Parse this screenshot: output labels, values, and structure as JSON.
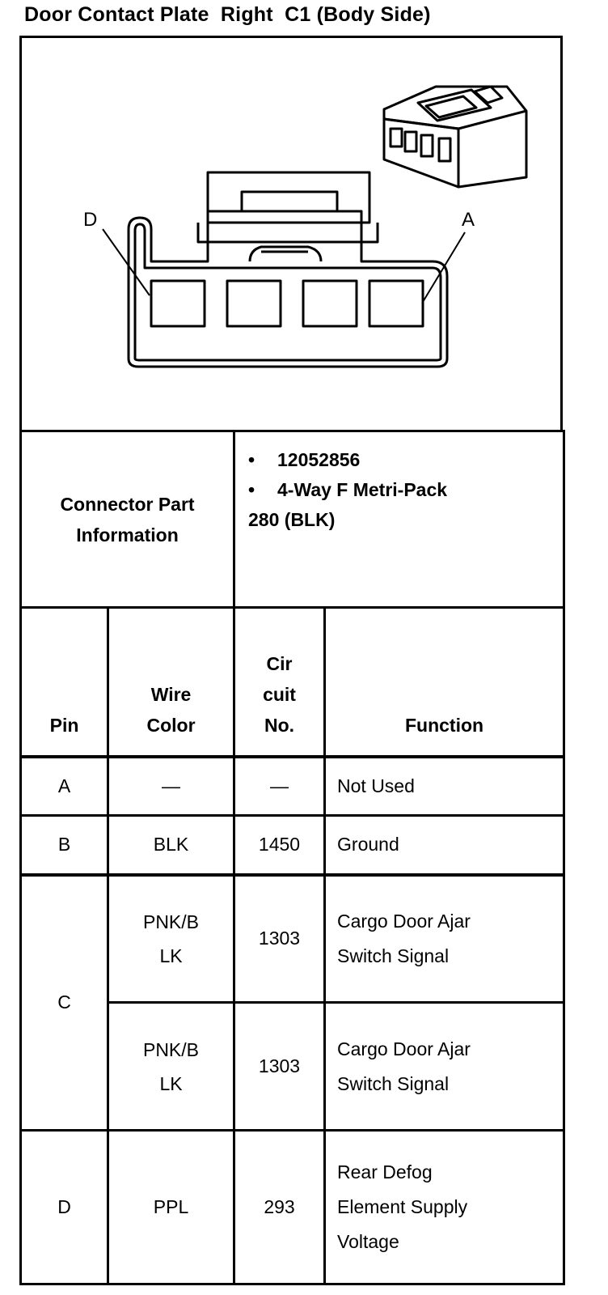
{
  "title": "Door Contact Plate  Right  C1 (Body Side)",
  "diagram": {
    "pin_label_left": "D",
    "pin_label_right": "A"
  },
  "connector_info": {
    "label_line1": "Connector Part",
    "label_line2": "Information",
    "bullet": "•",
    "part_number": "12052856",
    "description_line1": "4-Way F Metri-Pack",
    "description_line2": "280 (BLK)"
  },
  "columns": {
    "pin": "Pin",
    "wire_color_line1": "Wire",
    "wire_color_line2": "Color",
    "circuit_line1": "Cir",
    "circuit_line2": "cuit",
    "circuit_line3": "No.",
    "function": "Function"
  },
  "rows": [
    {
      "pin": "A",
      "wire": "—",
      "circuit": "—",
      "function": "Not Used"
    },
    {
      "pin": "B",
      "wire": "BLK",
      "circuit": "1450",
      "function": "Ground"
    },
    {
      "pin": "C",
      "wire_line1": "PNK/B",
      "wire_line2": "LK",
      "circuit": "1303",
      "function_line1": "Cargo Door Ajar",
      "function_line2": "Switch Signal"
    },
    {
      "wire_line1": "PNK/B",
      "wire_line2": "LK",
      "circuit": "1303",
      "function_line1": "Cargo Door Ajar",
      "function_line2": "Switch Signal"
    },
    {
      "pin": "D",
      "wire": "PPL",
      "circuit": "293",
      "function_line1": "Rear Defog",
      "function_line2": "Element Supply",
      "function_line3": "Voltage"
    }
  ]
}
